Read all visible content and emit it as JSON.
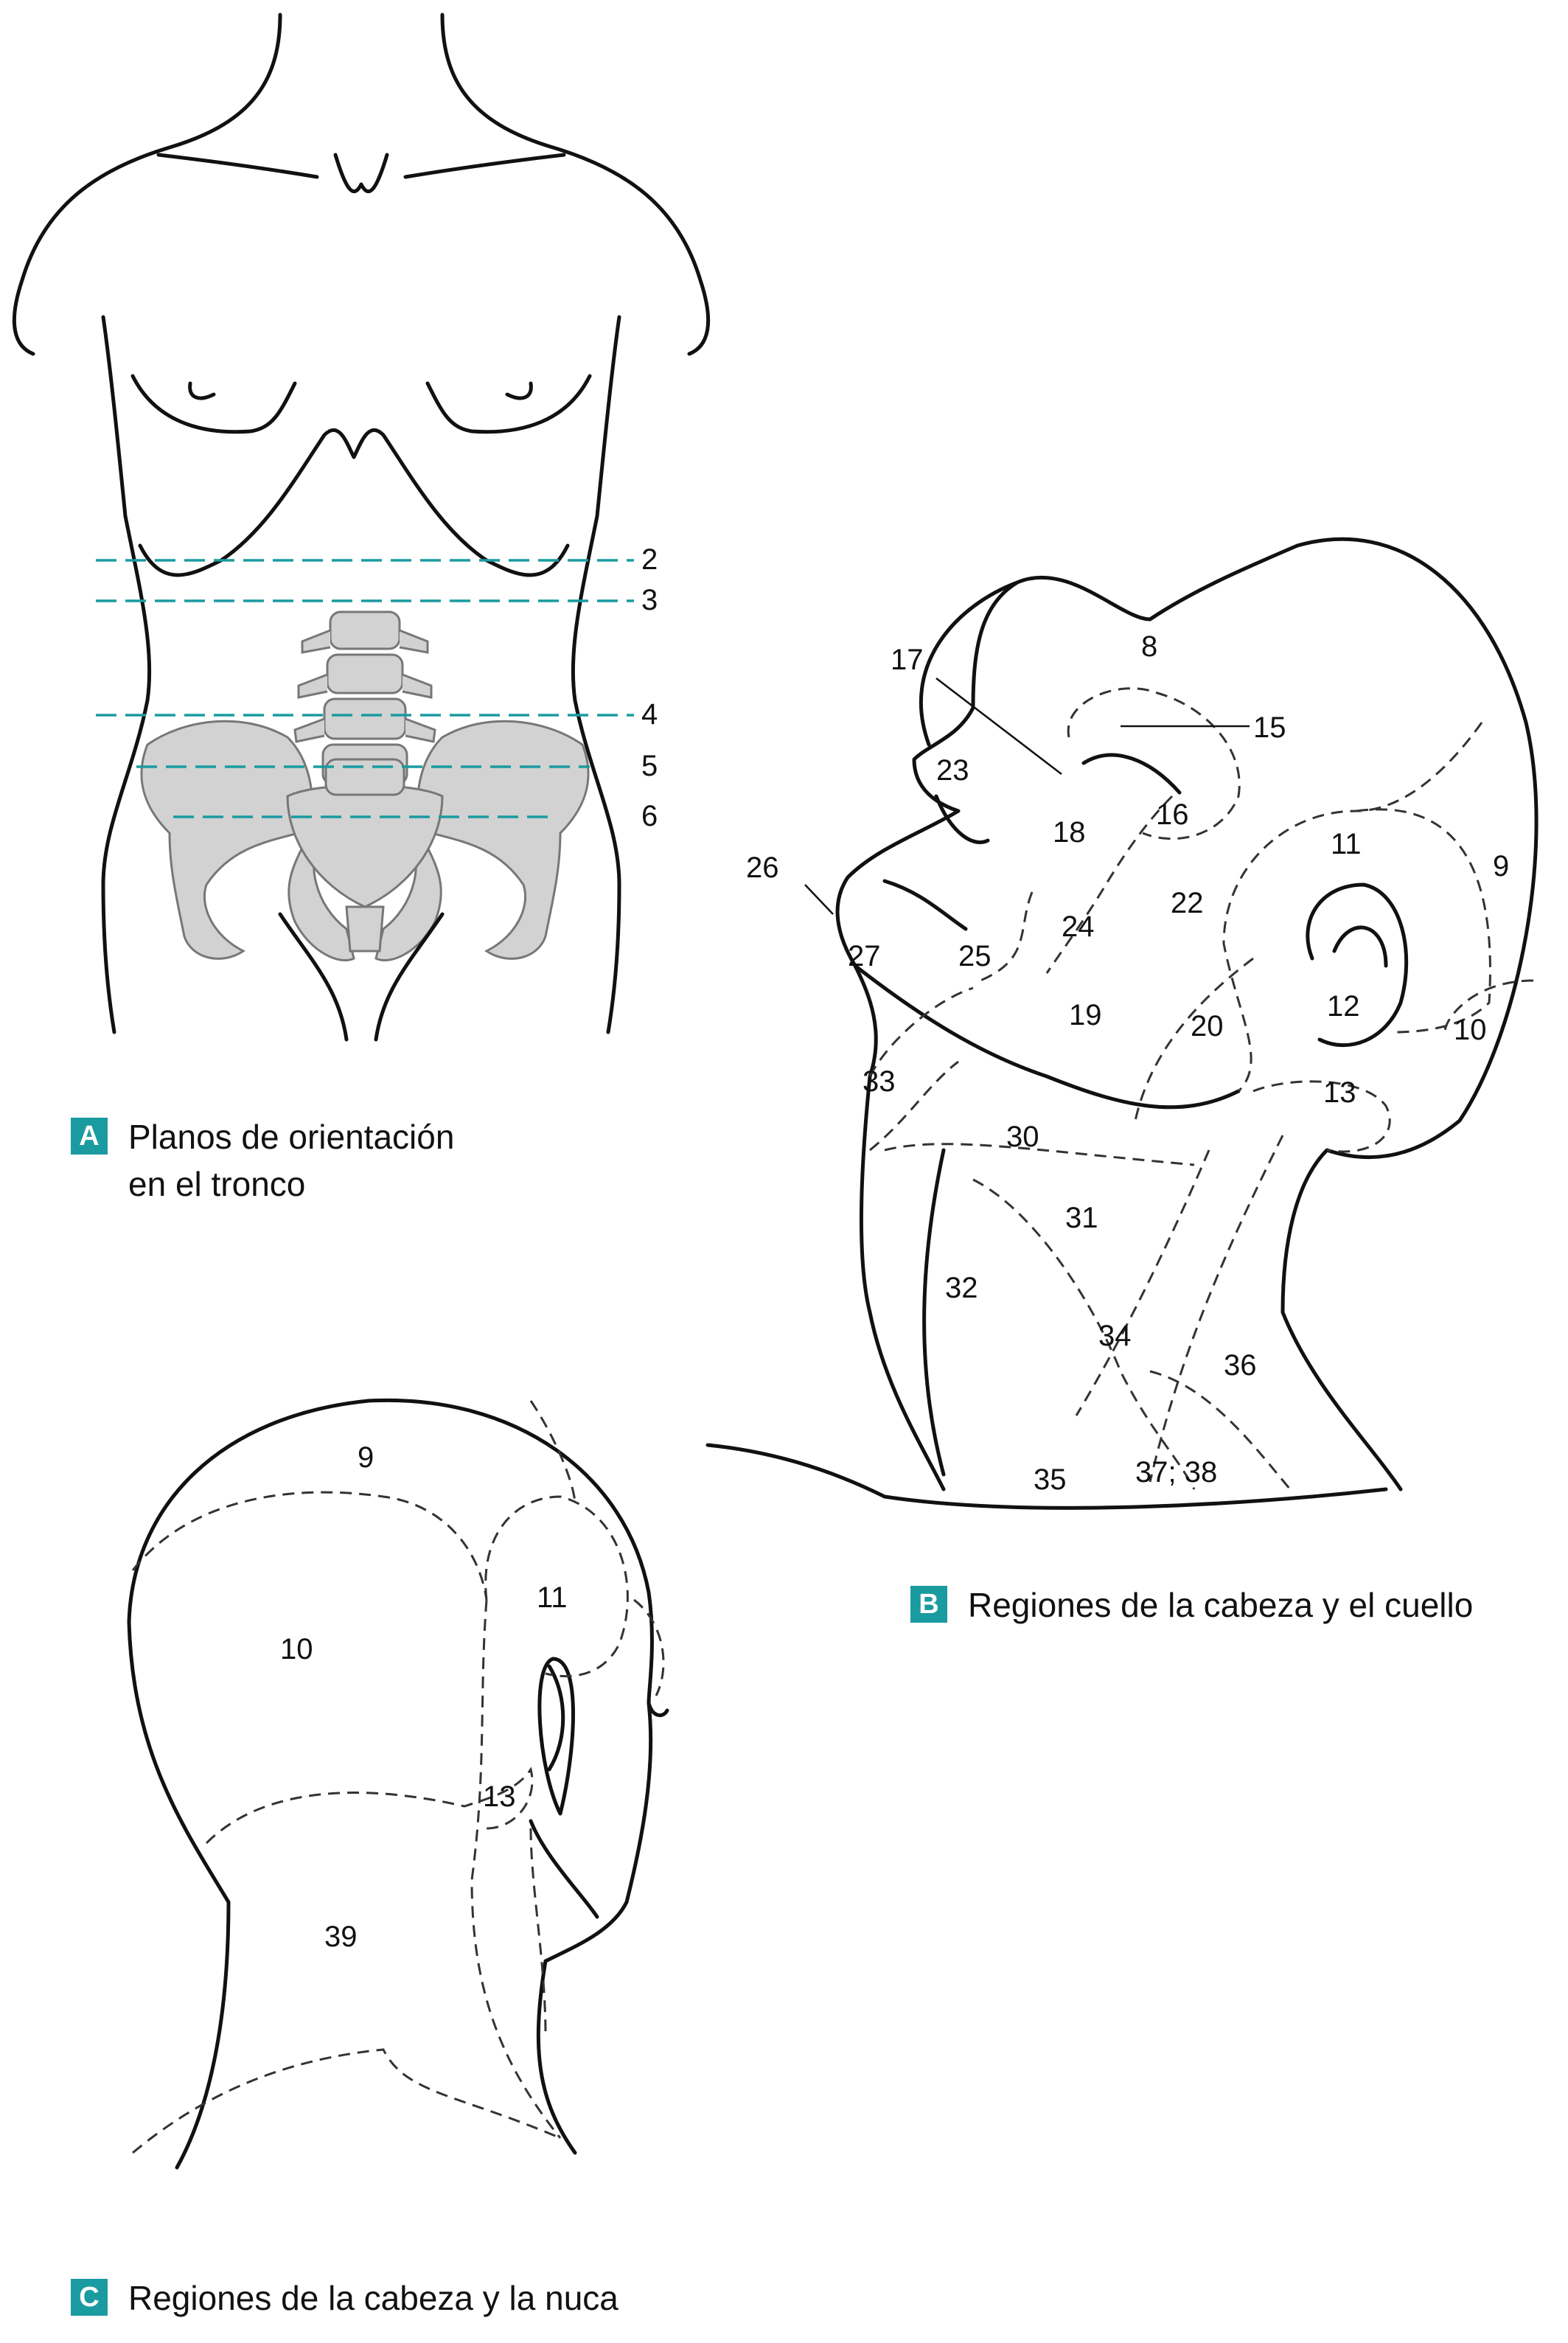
{
  "colors": {
    "accent": "#1a9ba0",
    "bone_fill": "#d2d2d2",
    "line": "#111111"
  },
  "figure_a": {
    "badge": "A",
    "caption_line1": "Planos de orientación",
    "caption_line2": "en el tronco",
    "plane_labels": [
      "2",
      "3",
      "4",
      "5",
      "6"
    ]
  },
  "figure_b": {
    "badge": "B",
    "caption": "Regiones de la cabeza y el cuello",
    "labels": [
      "8",
      "17",
      "15",
      "23",
      "16",
      "18",
      "11",
      "9",
      "26",
      "22",
      "24",
      "27",
      "25",
      "12",
      "19",
      "20",
      "10",
      "13",
      "33",
      "30",
      "31",
      "32",
      "34",
      "36",
      "35",
      "37; 38"
    ]
  },
  "figure_c": {
    "badge": "C",
    "caption": "Regiones de la cabeza y la nuca",
    "labels": [
      "9",
      "11",
      "10",
      "13",
      "39"
    ]
  }
}
